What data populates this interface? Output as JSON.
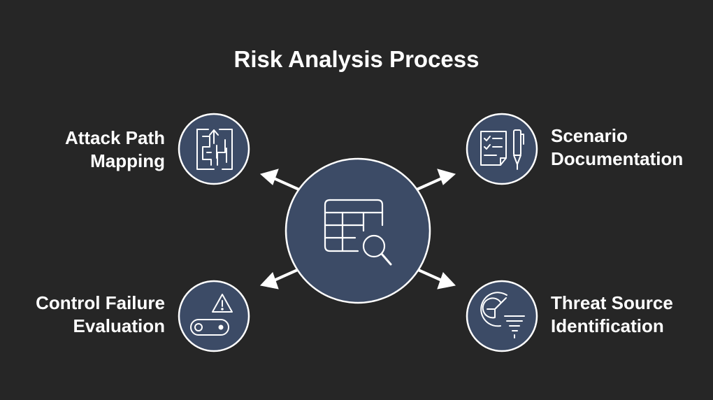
{
  "title": "Risk Analysis Process",
  "colors": {
    "background": "#262626",
    "node_fill": "#3c4b66",
    "node_stroke": "#ffffff",
    "text": "#ffffff"
  },
  "center": {
    "icon": "table-search-icon"
  },
  "branches": [
    {
      "id": "attack-path-mapping",
      "lines": [
        "Attack Path",
        "Mapping"
      ],
      "icon": "maze-icon"
    },
    {
      "id": "scenario-documentation",
      "lines": [
        "Scenario",
        "Documentation"
      ],
      "icon": "checklist-pen-icon"
    },
    {
      "id": "control-failure-evaluation",
      "lines": [
        "Control Failure",
        "Evaluation"
      ],
      "icon": "warning-conveyor-icon"
    },
    {
      "id": "threat-source-identification",
      "lines": [
        "Threat Source",
        "Identification"
      ],
      "icon": "radar-tornado-icon"
    }
  ]
}
